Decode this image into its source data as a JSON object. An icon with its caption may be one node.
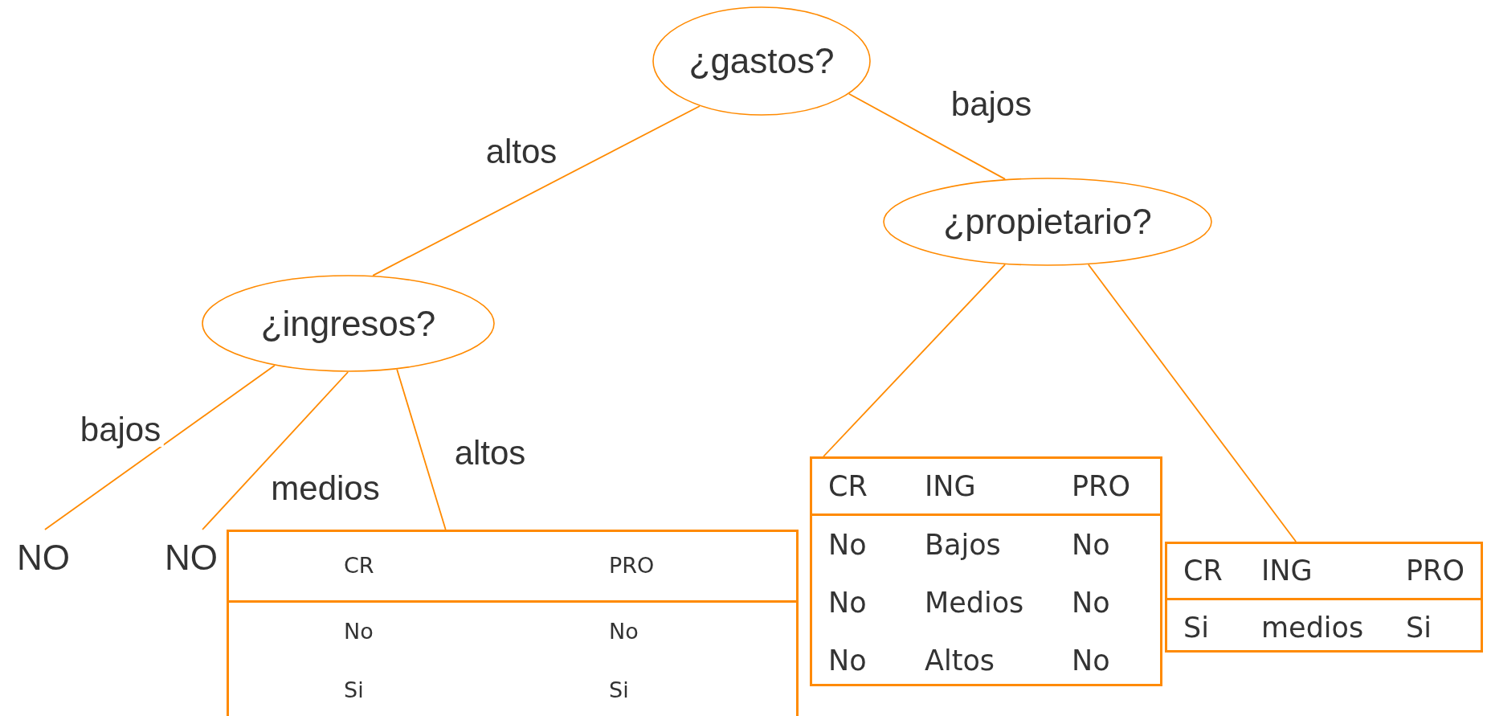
{
  "diagram": {
    "nodes": [
      {
        "text": [
          "¿gastos?"
        ]
      },
      {
        "text": [
          "¿propietario?"
        ]
      },
      {
        "text": [
          "¿ingresos?"
        ]
      },
      {
        "text": [
          "NO"
        ]
      },
      {
        "text": [
          "NO"
        ]
      },
      {
        "text": [
          "CR",
          "PRO",
          "No",
          "No",
          "Si",
          "Si"
        ]
      },
      {
        "text": [
          "CR",
          "ING",
          "PRO",
          "No",
          "Bajos",
          "No",
          "No",
          "Medios",
          "No",
          "No",
          "Altos",
          "No"
        ]
      },
      {
        "text": [
          "CR",
          "ING",
          "PRO",
          "Si",
          "medios",
          "Si"
        ]
      }
    ],
    "edges": [
      {
        "from": 0,
        "to": 2,
        "arrow": "none",
        "label": "altos"
      },
      {
        "from": 0,
        "to": 1,
        "arrow": "none",
        "label": "bajos"
      },
      {
        "from": 2,
        "to": 3,
        "arrow": "none",
        "label": "bajos"
      },
      {
        "from": 2,
        "to": 4,
        "arrow": "none",
        "label": "medios"
      },
      {
        "from": 2,
        "to": 5,
        "arrow": "none",
        "label": "altos"
      },
      {
        "from": 1,
        "to": 6,
        "arrow": "none"
      },
      {
        "from": 1,
        "to": 7,
        "arrow": "none"
      }
    ]
  }
}
